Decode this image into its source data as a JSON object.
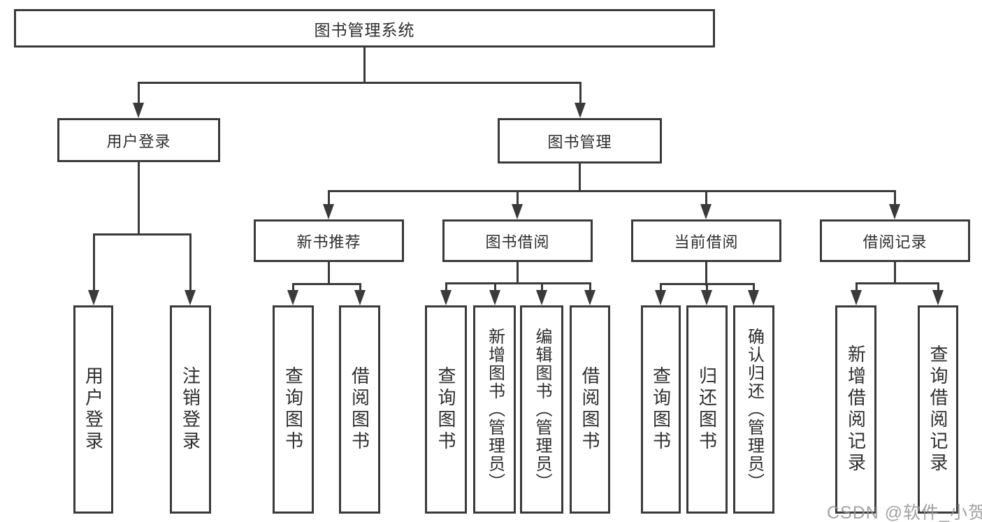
{
  "diagram": {
    "root": {
      "label": "图书管理系统"
    },
    "branches": [
      {
        "label": "用户登录",
        "children": [
          {
            "label": "用户登录"
          },
          {
            "label": "注销登录"
          }
        ]
      },
      {
        "label": "图书管理",
        "children": [
          {
            "label": "新书推荐",
            "children": [
              {
                "label": "查询图书"
              },
              {
                "label": "借阅图书"
              }
            ]
          },
          {
            "label": "图书借阅",
            "children": [
              {
                "label": "查询图书"
              },
              {
                "label": "新增图书（管理员）"
              },
              {
                "label": "编辑图书（管理员）"
              },
              {
                "label": "借阅图书"
              }
            ]
          },
          {
            "label": "当前借阅",
            "children": [
              {
                "label": "查询图书"
              },
              {
                "label": "归还图书"
              },
              {
                "label": "确认归还（管理员）"
              }
            ]
          },
          {
            "label": "借阅记录",
            "children": [
              {
                "label": "新增借阅记录"
              },
              {
                "label": "查询借阅记录"
              }
            ]
          }
        ]
      }
    ]
  },
  "watermark": {
    "text": "CSDN @软件_小贺同学"
  },
  "colors": {
    "line": "#3a3a3a",
    "text": "#2e2e2e",
    "background": "#ffffff"
  }
}
